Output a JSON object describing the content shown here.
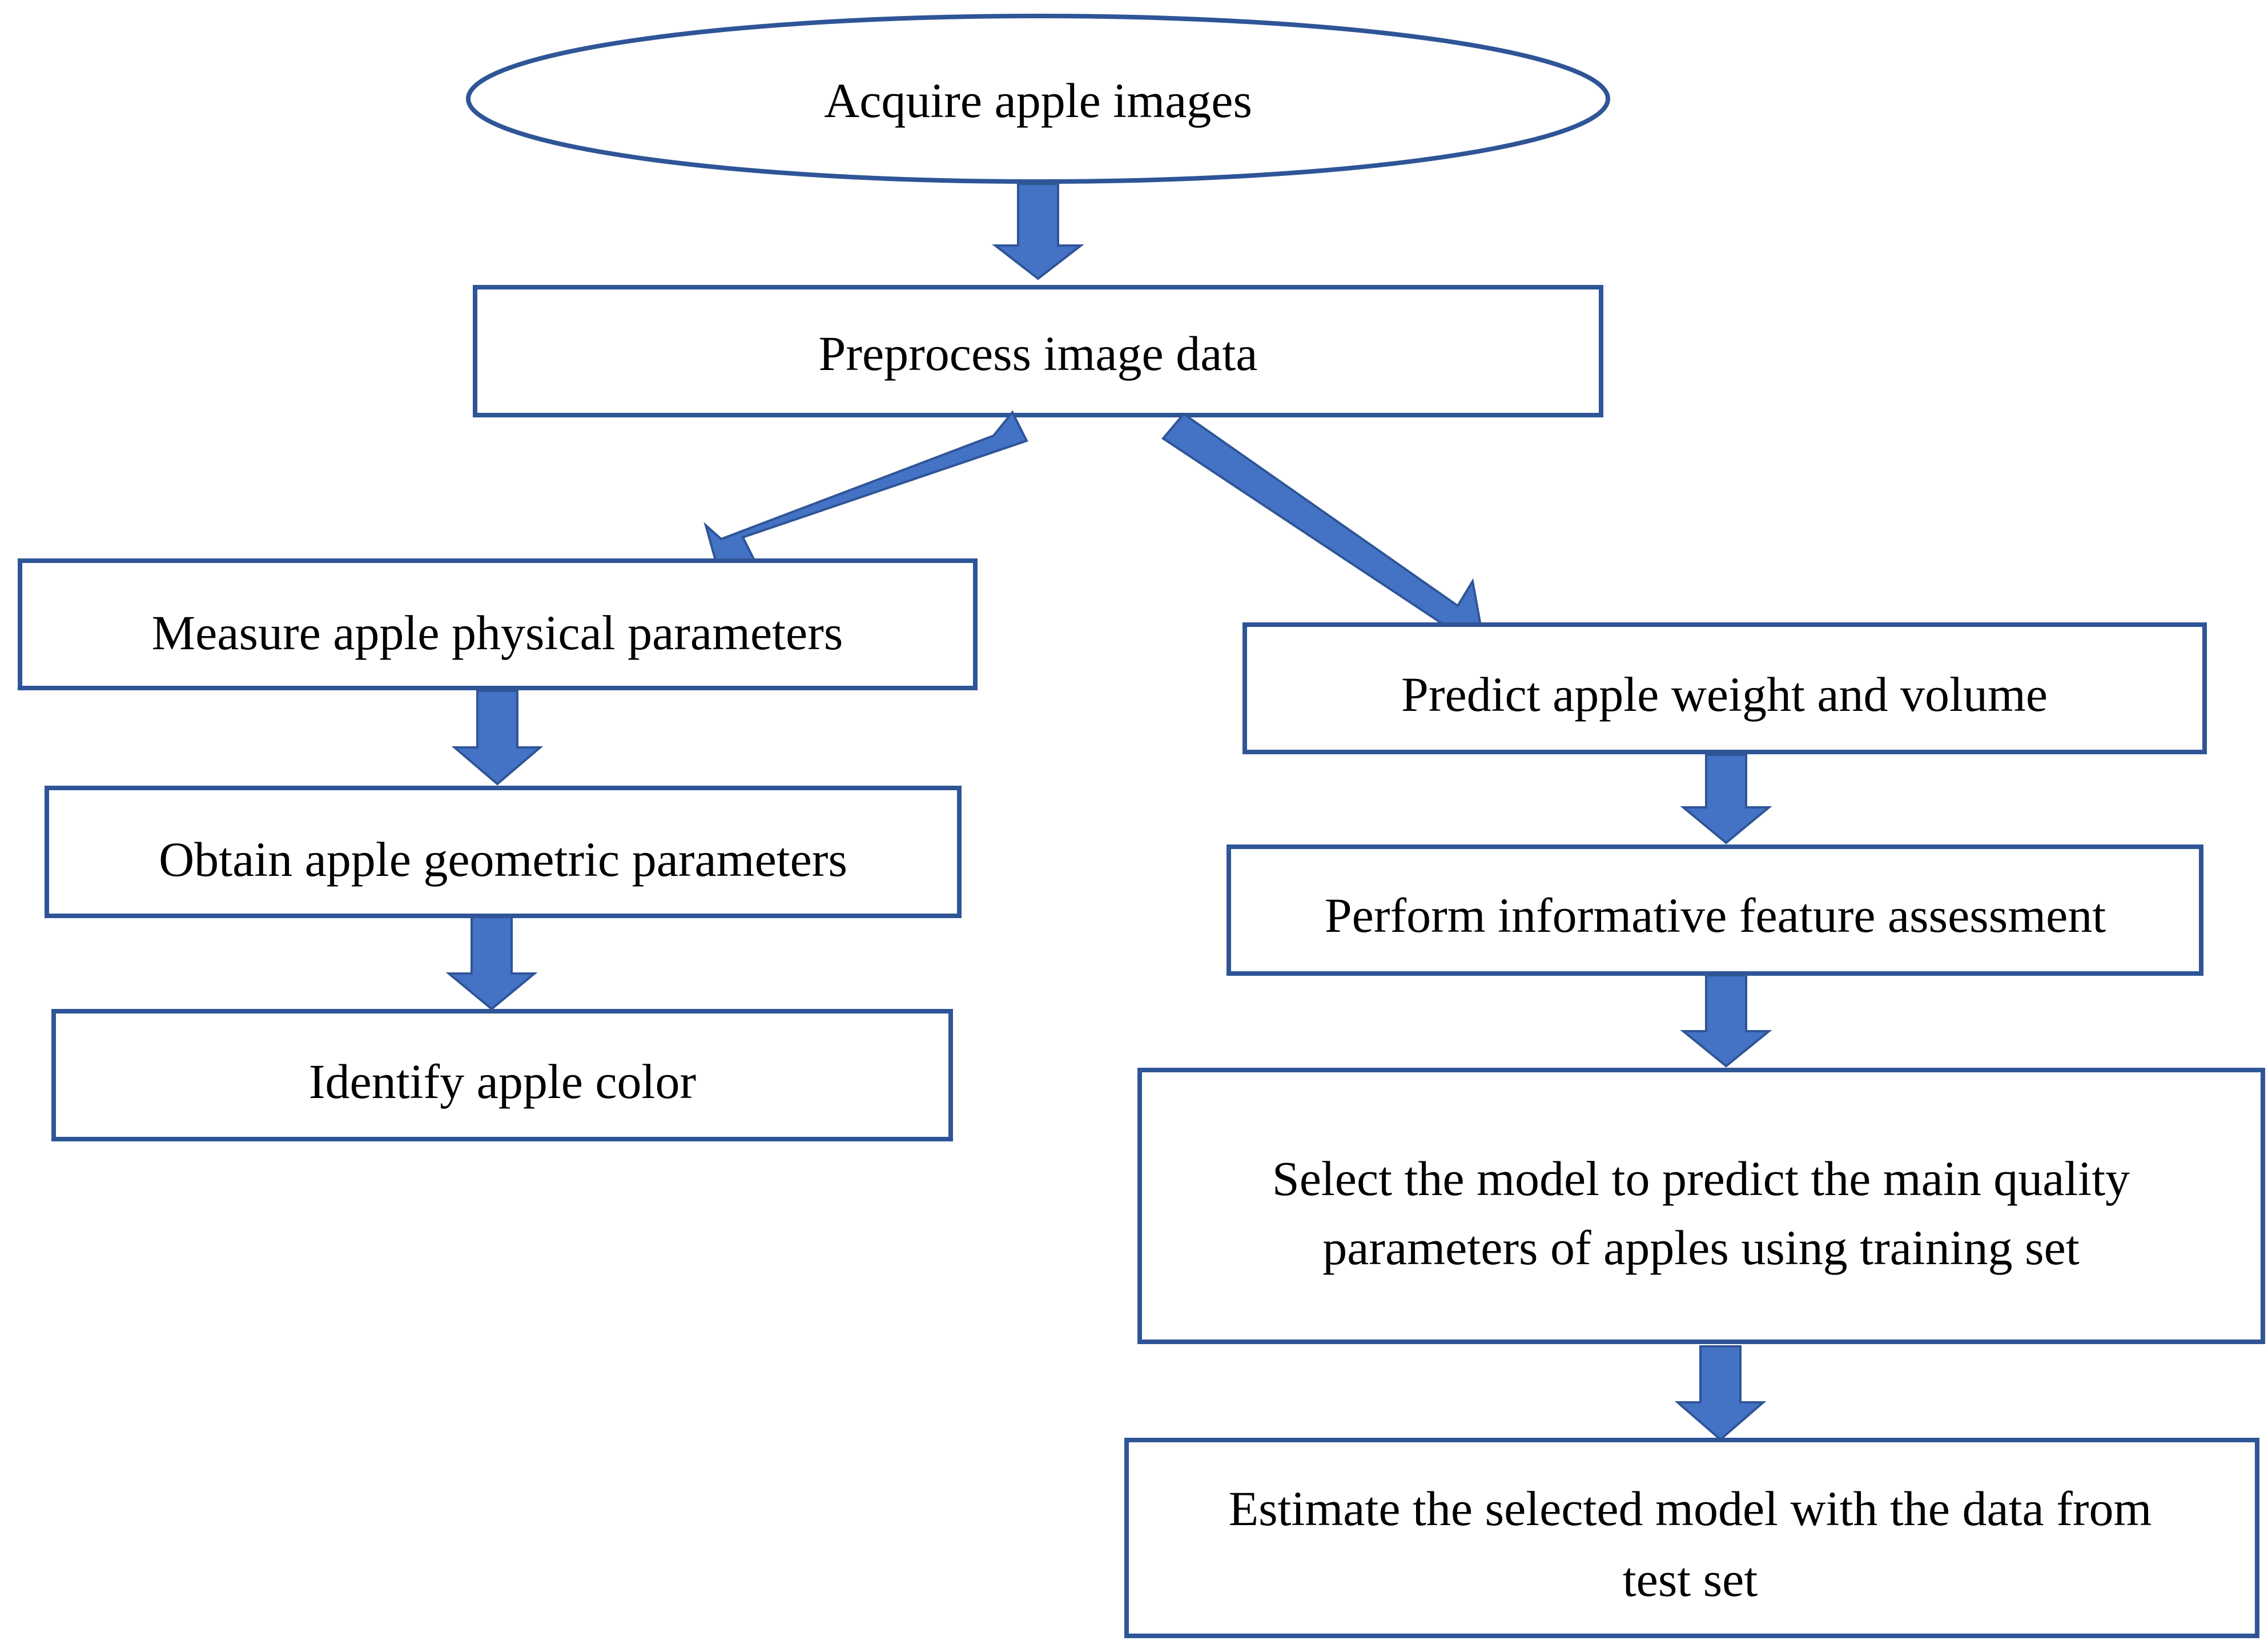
{
  "flowchart": {
    "start": {
      "label": "Acquire apple images"
    },
    "preprocess": {
      "label": "Preprocess image data"
    },
    "left_branch": {
      "measure": {
        "label": "Measure apple physical parameters"
      },
      "geometric": {
        "label": "Obtain apple geometric parameters"
      },
      "color": {
        "label": "Identify apple color"
      }
    },
    "right_branch": {
      "predict": {
        "label": "Predict apple weight and volume"
      },
      "assessment": {
        "label": "Perform informative feature assessment"
      },
      "select": {
        "lines": [
          "Select the model to predict the main quality",
          "parameters of apples using training set"
        ]
      },
      "estimate": {
        "lines": [
          "Estimate the selected model with the data from",
          "test set"
        ]
      }
    }
  },
  "colors": {
    "box_border": "#2f5597",
    "arrow_fill": "#4472c4",
    "text": "#000000",
    "background": "#ffffff"
  }
}
